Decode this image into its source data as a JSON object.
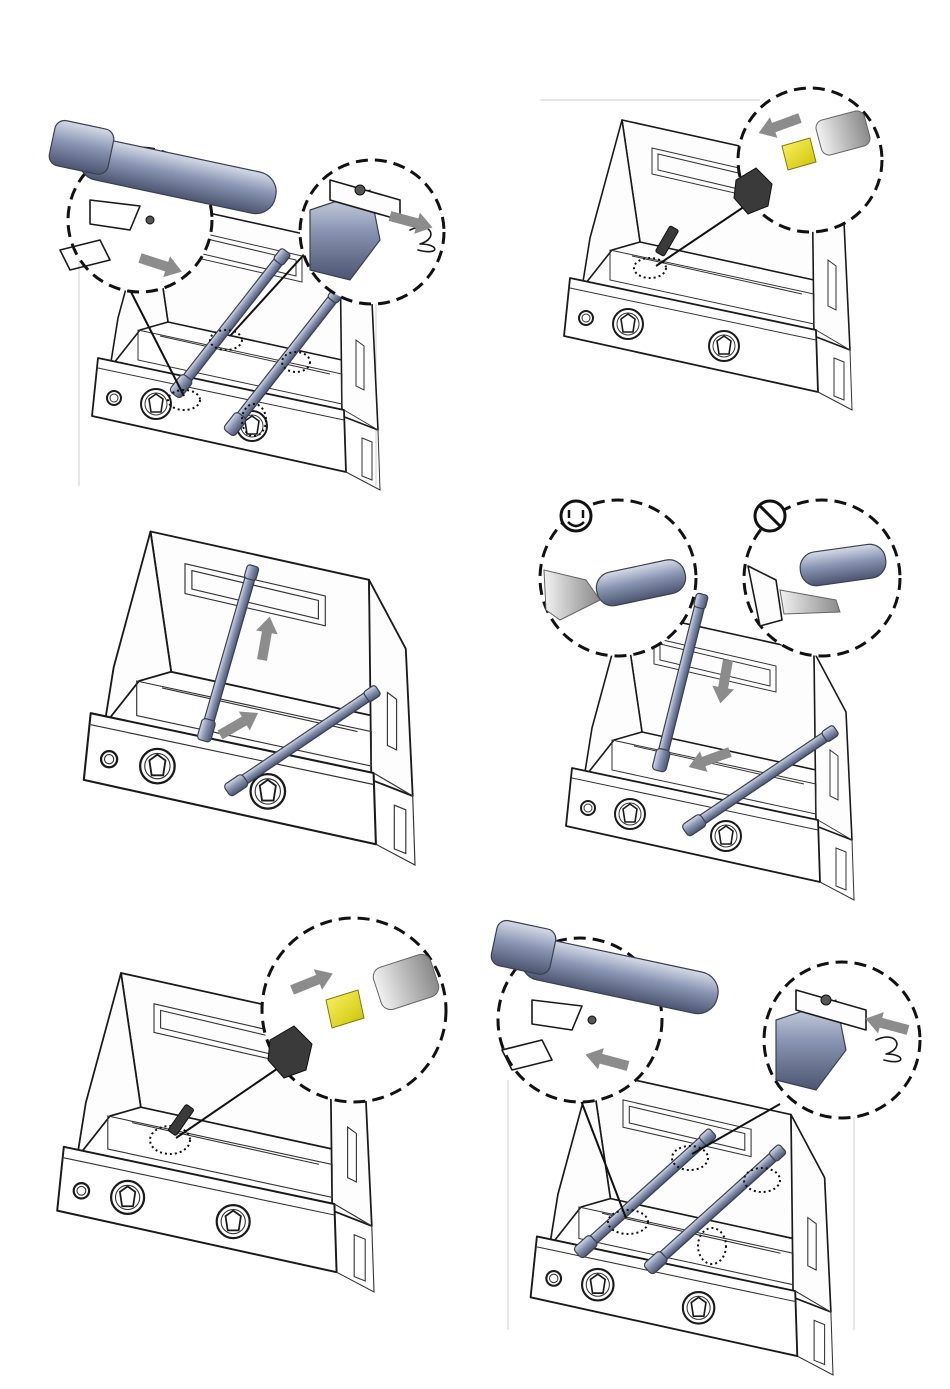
{
  "figure": {
    "steps": [
      {
        "id": "panel-1",
        "action": "remove-burner-clip-and-screw"
      },
      {
        "id": "panel-2",
        "action": "remove-orifice"
      },
      {
        "id": "panel-3",
        "action": "lift-burner-out"
      },
      {
        "id": "panel-4",
        "action": "seat-burner-on-valve"
      },
      {
        "id": "panel-5",
        "action": "install-orifice"
      },
      {
        "id": "panel-6",
        "action": "reinstall-clip-and-screw"
      }
    ],
    "colors": {
      "line": "#1a1a1a",
      "burner_tube": "#7f8aa8",
      "orifice": "#e6e01a",
      "arrow": "#8c8c8c",
      "callout_border": "#111111"
    },
    "icons": {
      "correct": "smiley-icon",
      "incorrect": "prohibited-icon"
    }
  }
}
